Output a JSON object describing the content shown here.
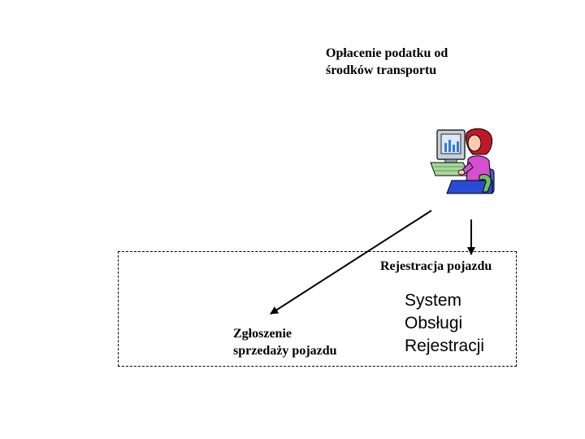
{
  "diagram": {
    "top_label": [
      "Opłacenie podatku od",
      "środków transportu"
    ],
    "bottom_left_label": [
      "Zgłoszenie",
      "sprzedaży pojazdu"
    ],
    "registration_label": "Rejestracja pojazdu",
    "system_label": [
      "System",
      "Obsługi",
      "Rejestracji"
    ]
  },
  "icons": {
    "actor": "woman-at-computer-icon"
  },
  "colors": {
    "line": "#000000",
    "actor_skin": "#ffc9b0",
    "actor_hair": "#c0182a",
    "actor_shirt": "#d54fcf",
    "actor_pants": "#2a4bd6",
    "monitor": "#b8c4d2",
    "keyboard": "#a8d89a"
  }
}
